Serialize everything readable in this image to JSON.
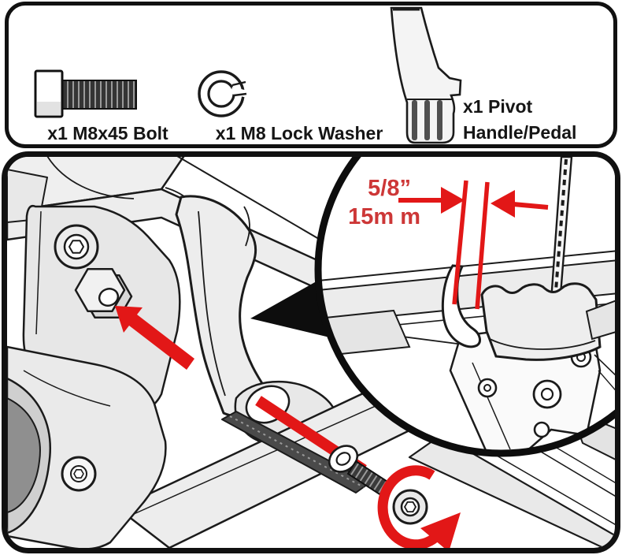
{
  "parts_panel": {
    "bolt": {
      "label": "x1 M8x45 Bolt"
    },
    "washer": {
      "label": "x1 M8 Lock Washer"
    },
    "pivot": {
      "line1": "x1 Pivot",
      "line2": "Handle/Pedal"
    }
  },
  "diagram": {
    "callout": {
      "imperial": "5/8”",
      "metric": "15m m"
    }
  },
  "colors": {
    "ink": "#1b1b1b",
    "red": "#e21717",
    "red_text": "#cd3737",
    "fill_light": "#ededed",
    "fill_mid": "#cfcfcf",
    "fill_dark": "#454545"
  }
}
